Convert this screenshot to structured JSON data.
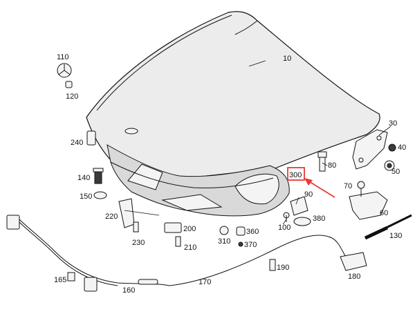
{
  "diagram": {
    "part_labels": [
      {
        "id": "p10",
        "text": "10"
      },
      {
        "id": "p30",
        "text": "30"
      },
      {
        "id": "p40",
        "text": "40"
      },
      {
        "id": "p50",
        "text": "50"
      },
      {
        "id": "p60",
        "text": "60"
      },
      {
        "id": "p70",
        "text": "70"
      },
      {
        "id": "p80",
        "text": "80"
      },
      {
        "id": "p90",
        "text": "90"
      },
      {
        "id": "p100",
        "text": "100"
      },
      {
        "id": "p110",
        "text": "110"
      },
      {
        "id": "p120",
        "text": "120"
      },
      {
        "id": "p130",
        "text": "130"
      },
      {
        "id": "p140",
        "text": "140"
      },
      {
        "id": "p150",
        "text": "150"
      },
      {
        "id": "p160",
        "text": "160"
      },
      {
        "id": "p165",
        "text": "165"
      },
      {
        "id": "p170",
        "text": "170"
      },
      {
        "id": "p180",
        "text": "180"
      },
      {
        "id": "p190",
        "text": "190"
      },
      {
        "id": "p200",
        "text": "200"
      },
      {
        "id": "p210",
        "text": "210"
      },
      {
        "id": "p220",
        "text": "220"
      },
      {
        "id": "p230",
        "text": "230"
      },
      {
        "id": "p240",
        "text": "240"
      },
      {
        "id": "p300",
        "text": "300"
      },
      {
        "id": "p310",
        "text": "310"
      },
      {
        "id": "p360",
        "text": "360"
      },
      {
        "id": "p370",
        "text": "370"
      },
      {
        "id": "p380",
        "text": "380"
      }
    ],
    "highlighted_part": "300",
    "highlight_color": "#e53935"
  }
}
